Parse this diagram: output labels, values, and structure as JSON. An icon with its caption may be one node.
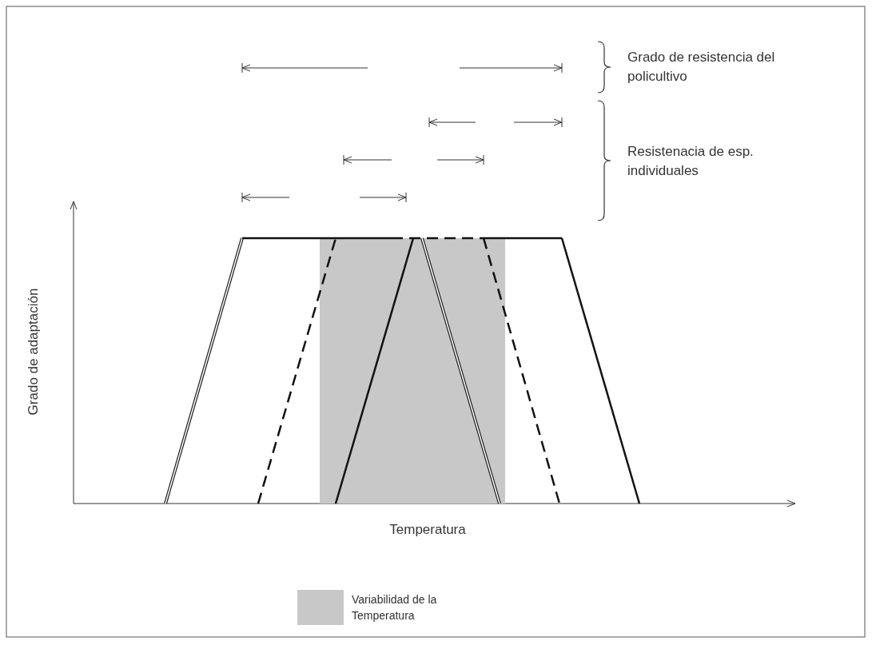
{
  "diagram": {
    "labels": [
      "Grado de resistencia del policultivo",
      "Resistenacia de esp. individuales",
      "Grado de adaptación",
      "Temperatura"
    ],
    "legend": [
      {
        "text": "Variabilidad de la Temperatura",
        "color": "#c8c8c8"
      }
    ]
  }
}
